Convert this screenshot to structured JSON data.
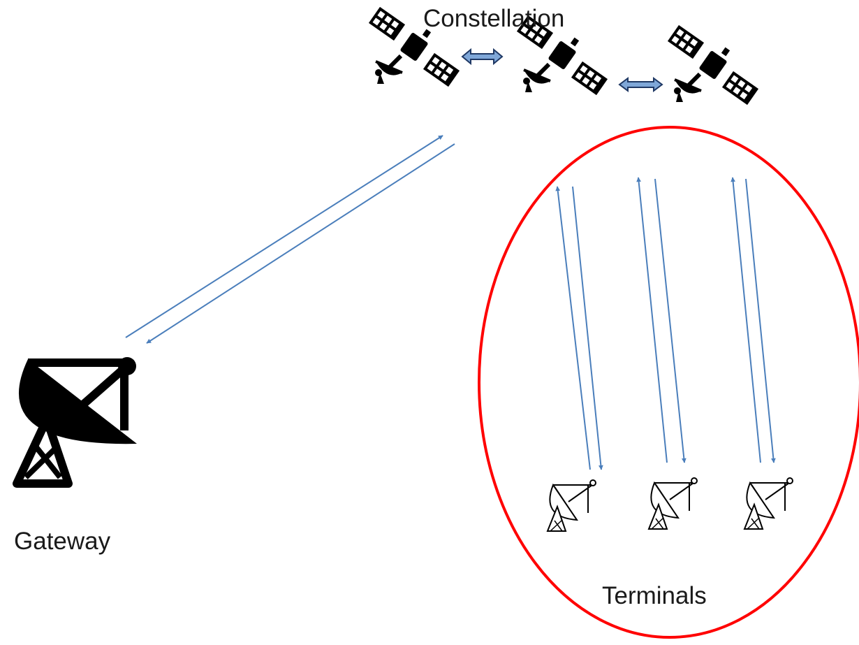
{
  "labels": {
    "constellation": "Constellation",
    "gateway": "Gateway",
    "terminals": "Terminals"
  },
  "nodes": {
    "satellites": [
      "satellite-1",
      "satellite-2",
      "satellite-3"
    ],
    "terminals": [
      "terminal-1",
      "terminal-2",
      "terminal-3"
    ],
    "gateway": "gateway-dish"
  },
  "links": {
    "inter_satellite": "double-arrow",
    "feeder": "uplink-downlink-pair",
    "user": "uplink-downlink-pair"
  },
  "colors": {
    "link": "#4a7ebb",
    "isl_fill": "#7fa7d8",
    "isl_stroke": "#1f3864",
    "region": "#ff0000",
    "icon": "#000000"
  },
  "icons": {
    "satellite": "satellite-icon",
    "dish": "satellite-dish-icon"
  }
}
